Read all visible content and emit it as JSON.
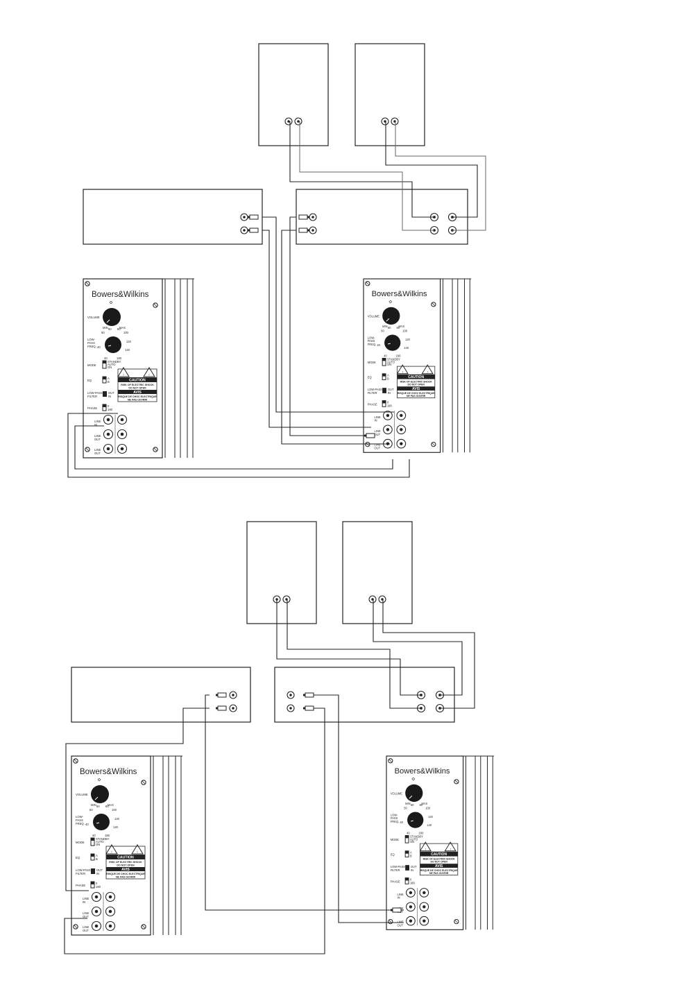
{
  "brand": "Bowers&Wilkins",
  "panel_labels": {
    "volume": "VOLUME",
    "min": "MIN",
    "max": "MAX",
    "low_pass_freq": [
      "LOW-",
      "PASS",
      "FREQ."
    ],
    "freq_ticks": [
      "40",
      "50",
      "60",
      "80",
      "100",
      "120",
      "140",
      "180"
    ],
    "mode": "MODE",
    "mode_options": [
      "STANDBY",
      "AUTO",
      "ON"
    ],
    "eq": "EQ",
    "eq_options": [
      "A",
      "B"
    ],
    "low_pass_filter": [
      "LOW-PASS",
      "FILTER"
    ],
    "filter_options": [
      "OUT",
      "IN"
    ],
    "phase": "PHASE",
    "phase_options": [
      "0",
      "180"
    ],
    "line_in": [
      "LINE",
      "IN"
    ],
    "line_out": [
      "LINE",
      "OUT"
    ],
    "caution_title": "CAUTION",
    "caution_lines": [
      "RISK OF ELECTRIC SHOCK",
      "DO NOT OPEN"
    ],
    "avis_title": "AVIS",
    "avis_lines": [
      "RISQUE DE CHOC ELECTRIQUE",
      "NE PAS OUVRIR"
    ]
  }
}
